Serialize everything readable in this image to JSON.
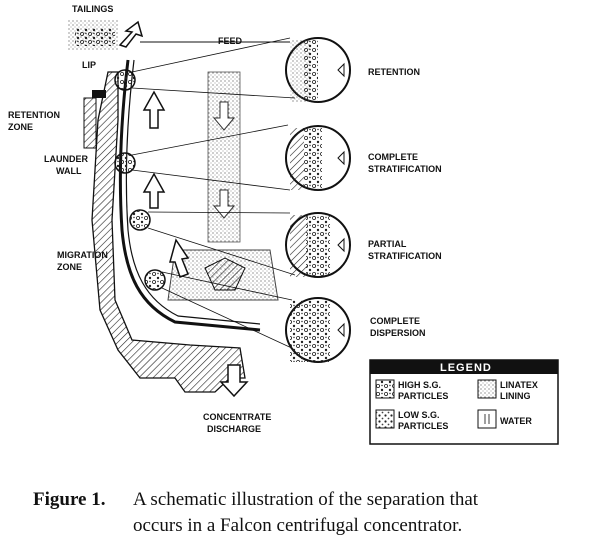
{
  "labels": {
    "tailings": "TAILINGS",
    "feed": "FEED",
    "lip": "LIP",
    "retention_zone_1": "RETENTION",
    "retention_zone_2": "ZONE",
    "launder_wall_1": "LAUNDER",
    "launder_wall_2": "WALL",
    "migration_zone_1": "MIGRATION",
    "migration_zone_2": "ZONE",
    "concentrate_1": "CONCENTRATE",
    "concentrate_2": "DISCHARGE"
  },
  "zones": {
    "retention": "RETENTION",
    "complete_strat_1": "COMPLETE",
    "complete_strat_2": "STRATIFICATION",
    "partial_strat_1": "PARTIAL",
    "partial_strat_2": "STRATIFICATION",
    "complete_disp_1": "COMPLETE",
    "complete_disp_2": "DISPERSION"
  },
  "legend": {
    "title": "LEGEND",
    "high_sg_1": "HIGH S.G.",
    "high_sg_2": "PARTICLES",
    "low_sg_1": "LOW S.G.",
    "low_sg_2": "PARTICLES",
    "linatex_1": "LINATEX",
    "linatex_2": "LINING",
    "water": "WATER"
  },
  "caption": {
    "label": "Figure 1.",
    "line1": "A schematic illustration of the separation that",
    "line2": "occurs in a Falcon centrifugal concentrator."
  }
}
